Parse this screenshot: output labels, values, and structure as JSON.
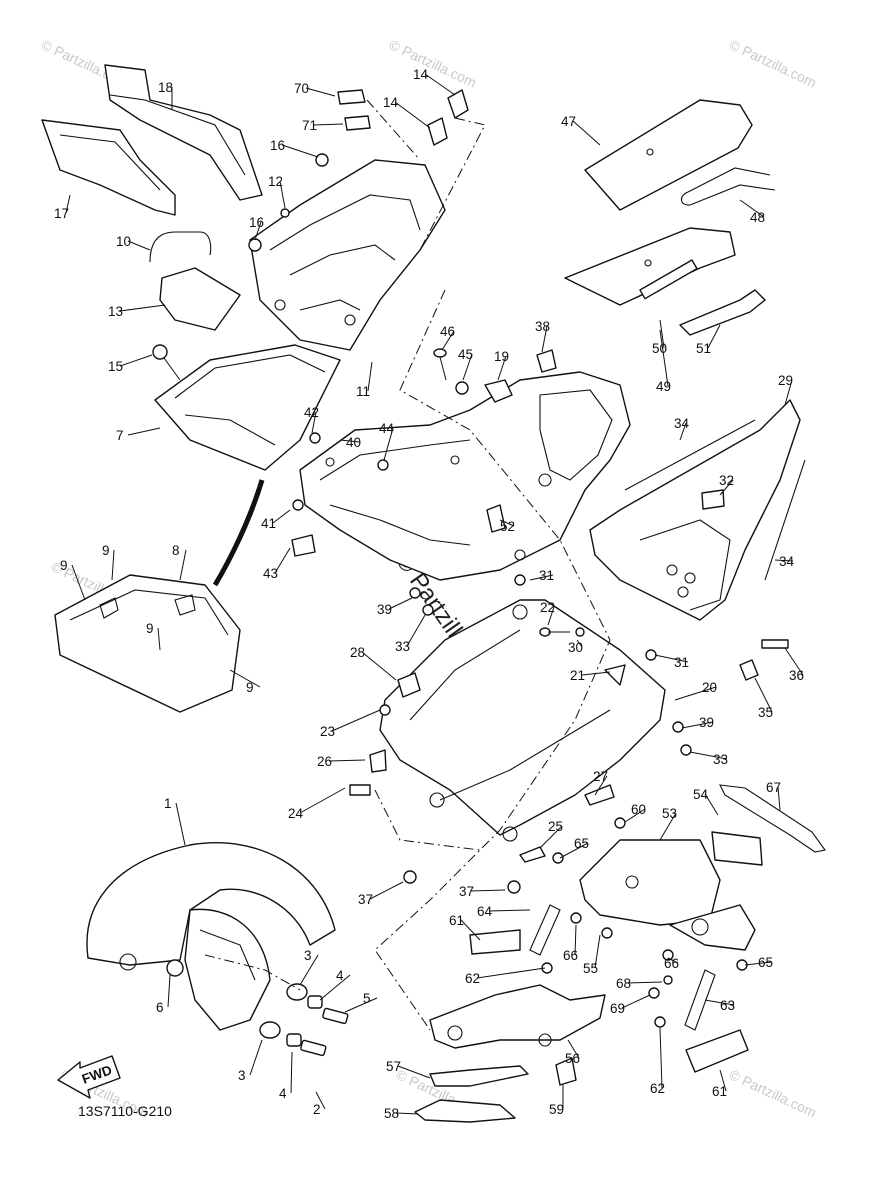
{
  "diagram": {
    "code": "13S7110-G210",
    "direction_label": "FWD",
    "watermark": "© Partzilla.com",
    "center_watermark": "© Partzilla.com",
    "callouts": [
      "1",
      "2",
      "3",
      "3",
      "4",
      "4",
      "5",
      "6",
      "7",
      "9",
      "9",
      "9",
      "9",
      "8",
      "10",
      "11",
      "12",
      "13",
      "14",
      "14",
      "15",
      "16",
      "16",
      "17",
      "18",
      "19",
      "20",
      "21",
      "22",
      "23",
      "24",
      "25",
      "26",
      "27",
      "28",
      "29",
      "30",
      "31",
      "31",
      "32",
      "33",
      "33",
      "34",
      "34",
      "35",
      "36",
      "37",
      "37",
      "38",
      "39",
      "39",
      "40",
      "41",
      "42",
      "43",
      "44",
      "45",
      "46",
      "47",
      "48",
      "49",
      "50",
      "51",
      "52",
      "53",
      "54",
      "55",
      "56",
      "57",
      "58",
      "59",
      "60",
      "61",
      "61",
      "62",
      "62",
      "63",
      "64",
      "65",
      "65",
      "66",
      "66",
      "67",
      "68",
      "69",
      "70",
      "71"
    ]
  }
}
